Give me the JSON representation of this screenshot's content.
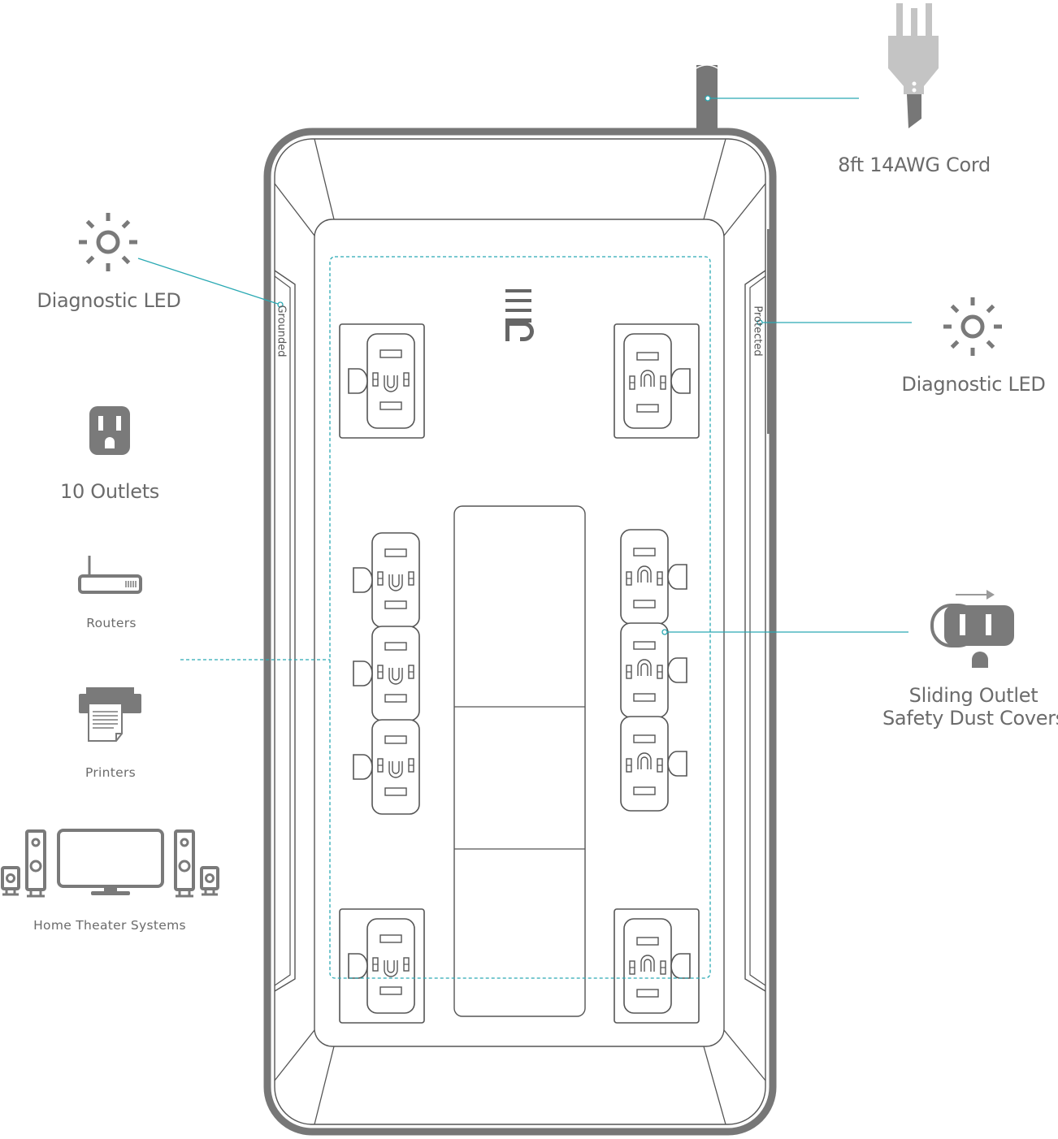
{
  "colors": {
    "body_stroke": "#777777",
    "outline": "#555555",
    "icon_fill": "#7a7a7a",
    "plug_fill": "#c4c4c4",
    "callout_line": "#2aa9b3",
    "text": "#6b6b6b",
    "arrow": "#9a9a9a"
  },
  "labels": {
    "cord": "8ft 14AWG Cord",
    "led_left": "Diagnostic LED",
    "led_right": "Diagnostic LED",
    "outlets": "10 Outlets",
    "routers": "Routers",
    "printers": "Printers",
    "home_theater": "Home Theater Systems",
    "dust_covers_line1": "Sliding Outlet",
    "dust_covers_line2": "Safety Dust Covers",
    "grounded": "Grounded",
    "protected": "Protected"
  },
  "icons": {
    "led": "sun-icon",
    "outlet": "wall-outlet-icon",
    "router": "router-icon",
    "printer": "printer-icon",
    "home_theater": "home-theater-icon",
    "plug": "power-plug-icon",
    "sliding_outlet": "sliding-outlet-icon"
  }
}
